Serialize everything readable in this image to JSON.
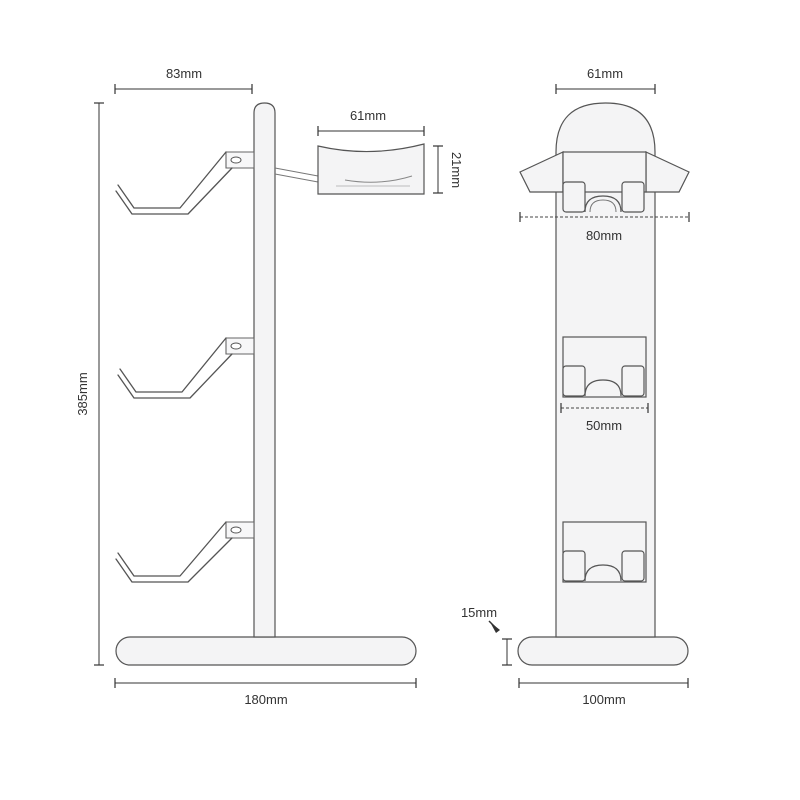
{
  "dimensions": {
    "side_top_width": "83mm",
    "holder_width": "61mm",
    "holder_height": "21mm",
    "total_height": "385mm",
    "base_width": "180mm",
    "front_top_width": "61mm",
    "front_arm_span": "80mm",
    "front_slot_width": "50mm",
    "base_thickness": "15mm",
    "front_base_width": "100mm"
  },
  "colors": {
    "line": "#555555",
    "fill": "#f4f4f5",
    "text": "#333333"
  }
}
